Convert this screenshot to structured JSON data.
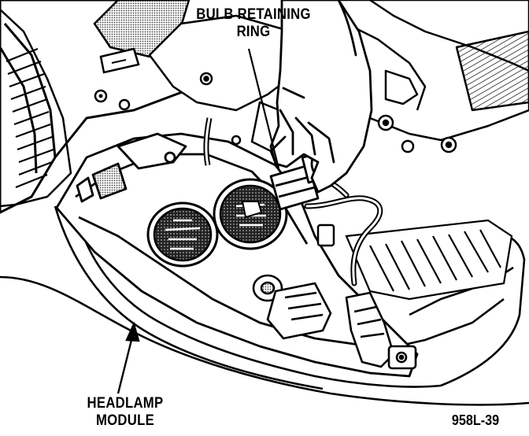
{
  "labels": {
    "bulb_retaining_ring": [
      "BULB RETAINING",
      "RING"
    ],
    "headlamp_module": [
      "HEADLAMP",
      "MODULE"
    ],
    "figure_number": "958L-39"
  },
  "colors": {
    "ink": "#000000",
    "paper": "#ffffff",
    "shading": "#555555"
  }
}
